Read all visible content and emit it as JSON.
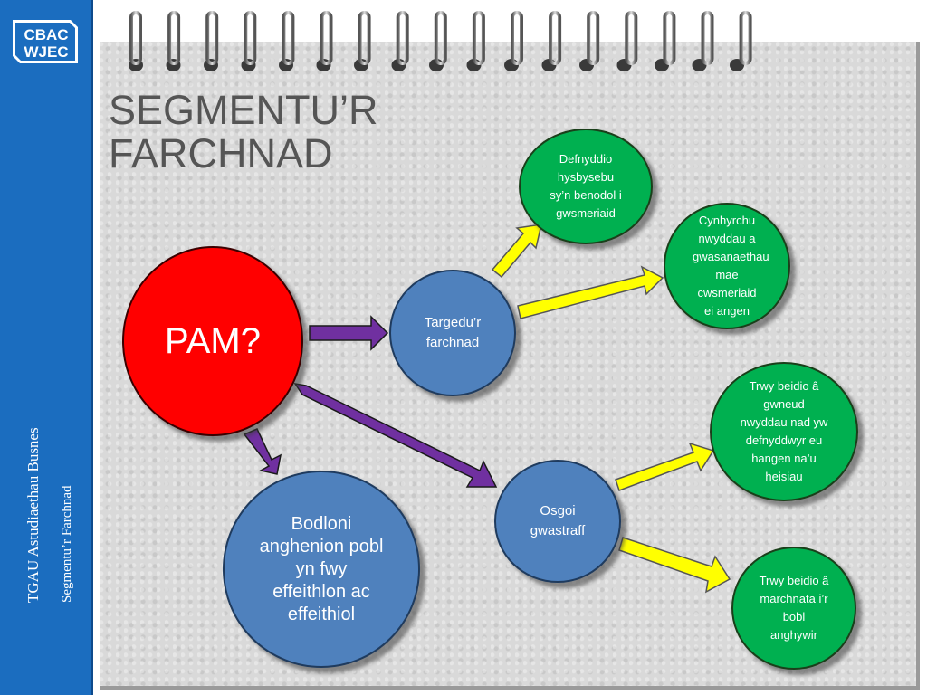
{
  "sidebar": {
    "logo_top": "CBAC",
    "logo_bottom": "WJEC",
    "vertical_text_1": "TGAU Astudiaethau Busnes",
    "vertical_text_2": "Segmentu’r Farchnad"
  },
  "slide": {
    "title_line1": "SEGMENTU’R",
    "title_line2": "FARCHNAD"
  },
  "diagram": {
    "center": "PAM?",
    "node_target": "Targedu’r farchnad",
    "node_waste": "Osgoi gwastraff",
    "node_needs": "Bodloni anghenion pobl yn fwy effeithlon ac effeithiol",
    "leaf_advert": "Defnyddio hysbysebu sy’n benodol i gwsmeriaid",
    "leaf_products": "Cynhyrchu nwyddau a gwasanaethau mae cwsmeriaid ei angen",
    "leaf_unwanted": "Trwy beidio â gwneud nwyddau nad yw defnyddwyr eu hangen na’u heisiau",
    "leaf_marketing": "Trwy beidio â marchnata i’r bobl anghywir"
  },
  "colors": {
    "sidebar": "#1b6dbf",
    "red_node": "#ff0000",
    "blue_node": "#4f81bd",
    "green_node": "#00b050",
    "purple_arrow": "#7030a0",
    "yellow_arrow": "#ffff00"
  },
  "icons": [
    "spiral-binding-ring-icon"
  ]
}
